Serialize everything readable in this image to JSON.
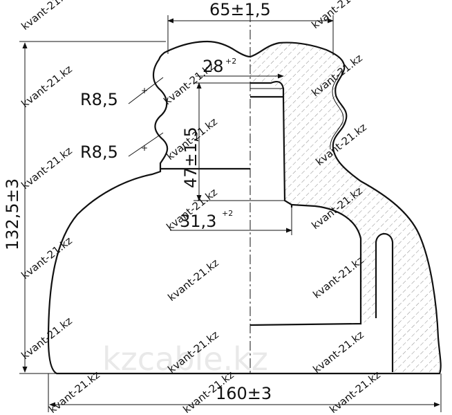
{
  "dimensions": {
    "top_width": "65±1,5",
    "bore_top": "28",
    "bore_top_tol": "+2",
    "radius_upper": "R8,5",
    "radius_lower": "R8,5",
    "depth": "47±1,5",
    "bore_bottom": "31,3",
    "bore_bottom_tol": "+2",
    "height": "132,5±3",
    "base_width": "160±3"
  },
  "watermark": {
    "site": "kvant-21.kz",
    "brand": "kzcable.kz"
  },
  "colors": {
    "line": "#111111",
    "hatch": "#888888",
    "brand_watermark": "#e9e9e9"
  }
}
